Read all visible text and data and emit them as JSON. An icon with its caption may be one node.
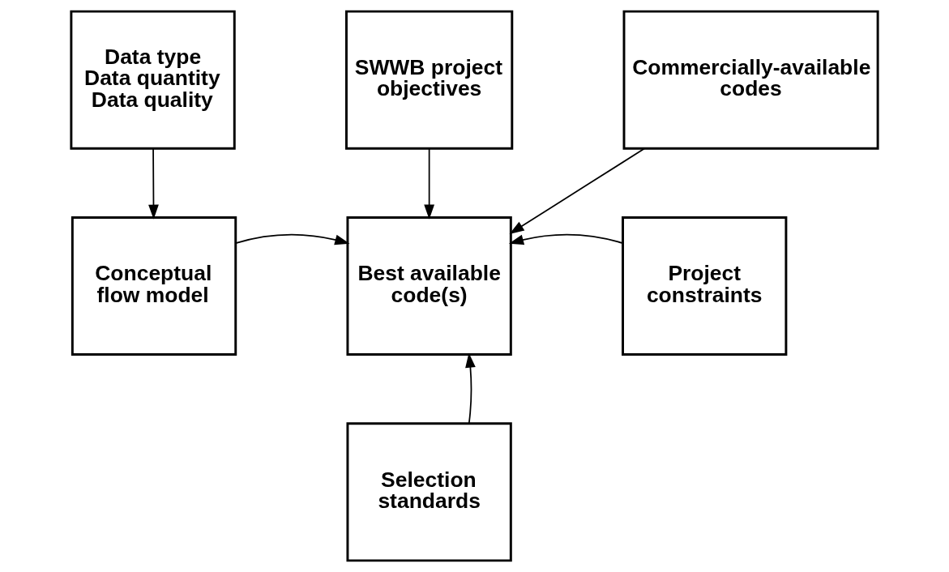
{
  "diagram": {
    "nodes": [
      {
        "text": [
          "Data type",
          "Data quantity",
          "Data quality"
        ]
      },
      {
        "text": [
          "SWWB project objectives"
        ]
      },
      {
        "text": [
          "Commercially-available codes"
        ]
      },
      {
        "text": [
          "Conceptual flow model"
        ]
      },
      {
        "text": [
          "Best available code(s)"
        ]
      },
      {
        "text": [
          "Project constraints"
        ]
      },
      {
        "text": [
          "Selection standards"
        ]
      }
    ],
    "edges": [
      {
        "from": 0,
        "to": 3,
        "arrow": "to"
      },
      {
        "from": 3,
        "to": 4,
        "arrow": "to"
      },
      {
        "from": 1,
        "to": 4,
        "arrow": "to"
      },
      {
        "from": 2,
        "to": 4,
        "arrow": "to"
      },
      {
        "from": 5,
        "to": 4,
        "arrow": "to"
      },
      {
        "from": 6,
        "to": 4,
        "arrow": "to"
      }
    ]
  }
}
